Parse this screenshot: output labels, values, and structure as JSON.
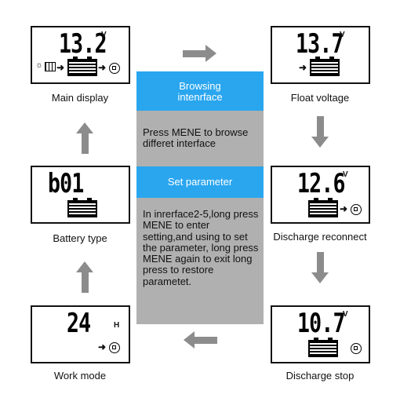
{
  "main_display": {
    "reading": "13.2",
    "unit": "V",
    "label": "Main display"
  },
  "float_voltage": {
    "reading": "13.7",
    "unit": "V",
    "label": "Float voltage"
  },
  "battery_type": {
    "reading": "b01",
    "label": "Battery type"
  },
  "discharge_reconnect": {
    "reading": "12.6",
    "unit": "V",
    "label": "Discharge reconnect"
  },
  "work_mode": {
    "reading": "24",
    "unit": "H",
    "label": "Work mode"
  },
  "discharge_stop": {
    "reading": "10.7",
    "unit": "V",
    "label": "Discharge stop"
  },
  "center": {
    "browsing_title": "Browsing\nintenrface",
    "browse_text": "Press MENE to browse differet interface",
    "set_title": "Set parameter",
    "set_text": "In inrerface2-5,long press MENE to enter setting,and using to set the parameter, long press MENE again to exit long press to restore parametet."
  },
  "colors": {
    "accent": "#2aa6ef",
    "panel": "#b0b0b0",
    "arrow": "#8c8c8c"
  }
}
